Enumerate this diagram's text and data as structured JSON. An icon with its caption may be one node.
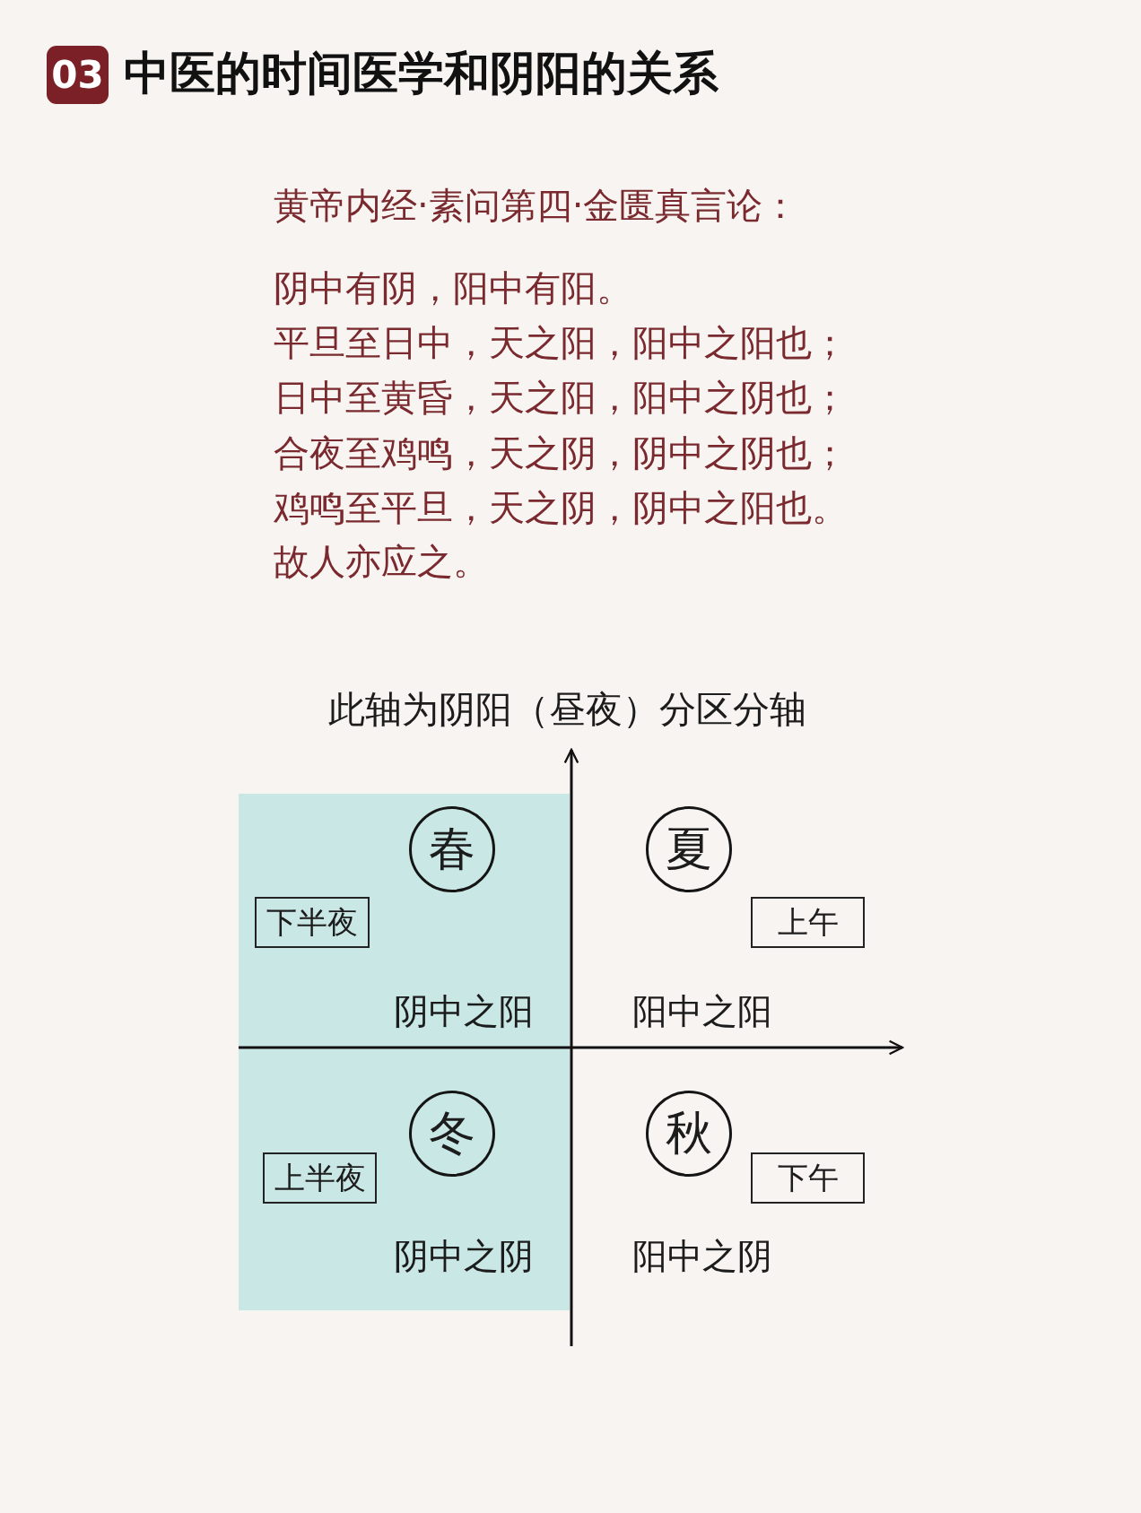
{
  "diagram": {
    "title": "中医的时间医学和阴阳的关系",
    "nodes": [
      {
        "text": [
          "03"
        ]
      },
      {
        "text": [
          "阴中之阳",
          "阴中之阴"
        ]
      },
      {
        "text": [
          "春"
        ],
        "in": 1
      },
      {
        "text": [
          "夏"
        ]
      },
      {
        "text": [
          "下半夜"
        ],
        "in": 1
      },
      {
        "text": [
          "上午"
        ]
      },
      {
        "text": [
          "冬"
        ],
        "in": 1
      },
      {
        "text": [
          "秋"
        ]
      },
      {
        "text": [
          "上半夜"
        ],
        "in": 1
      },
      {
        "text": [
          "下午"
        ]
      }
    ],
    "labels": [
      "黄帝内经·素问第四·金匮真言论：",
      "阴中有阴，阳中有阳。",
      "平旦至日中，天之阳，阳中之阳也；",
      "日中至黄昏，天之阳，阳中之阴也；",
      "合夜至鸡鸣，天之阴，阴中之阴也；",
      "鸡鸣至平旦，天之阴，阴中之阳也。",
      "故人亦应之。",
      "此轴为阴阳（昼夜）分区分轴",
      "阳中之阳",
      "阳中之阴"
    ]
  }
}
